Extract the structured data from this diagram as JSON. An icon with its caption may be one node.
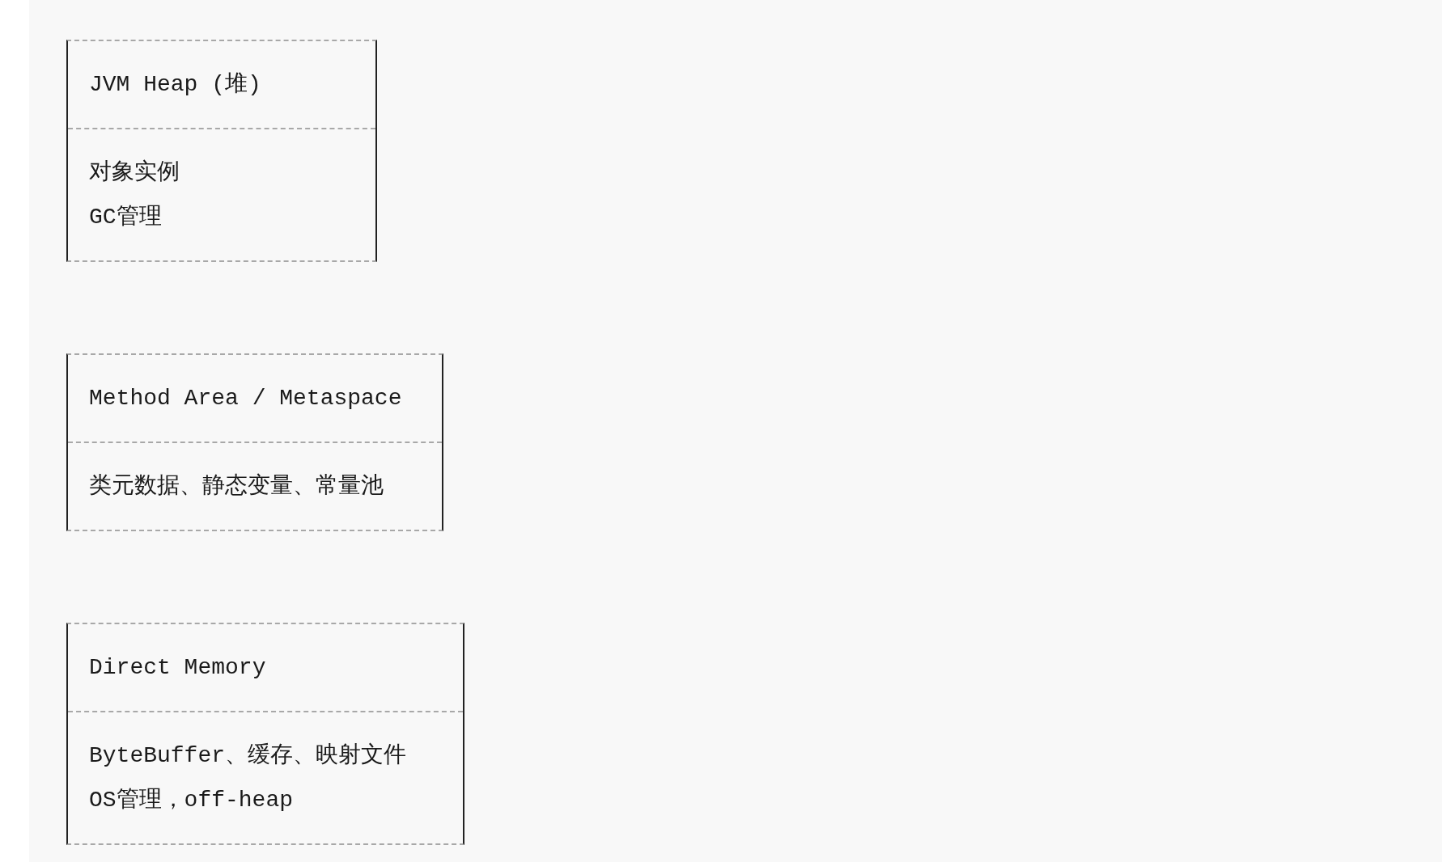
{
  "diagram": {
    "nodes": [
      {
        "text": [
          "JVM Heap (堆)",
          "对象实例",
          "GC管理"
        ]
      },
      {
        "text": [
          "Method Area / Metaspace",
          "类元数据、静态变量、常量池"
        ]
      },
      {
        "text": [
          "Direct Memory",
          "ByteBuffer、缓存、映射文件",
          "OS管理，off-heap"
        ]
      }
    ]
  }
}
